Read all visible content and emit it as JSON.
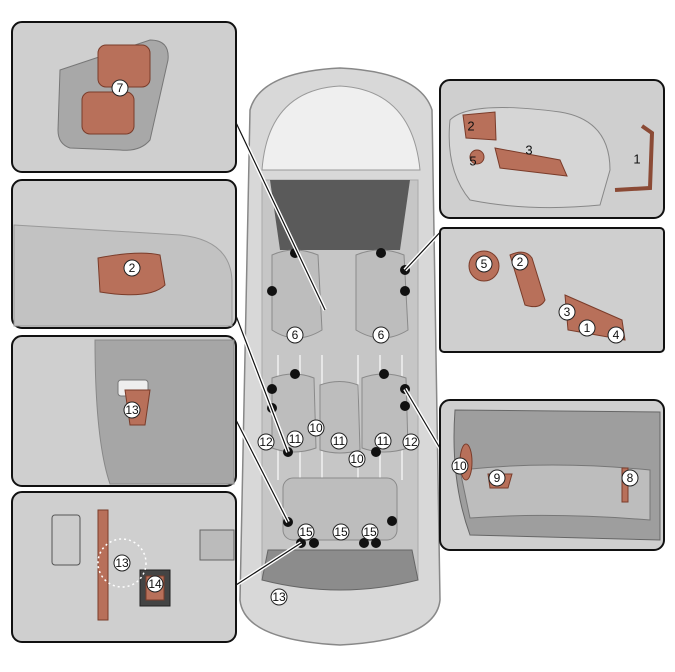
{
  "title": "Seat adjustment control locations",
  "colors": {
    "control": "#b8705a",
    "panel_bg": "#cfcfcf",
    "outline": "#111111"
  },
  "panels": {
    "rear_switch": {
      "labels": [
        "7"
      ]
    },
    "second_row_lever": {
      "labels": [
        "2"
      ]
    },
    "side_trim": {
      "labels": [
        "13"
      ]
    },
    "cargo_area": {
      "labels": [
        "13",
        "14"
      ]
    },
    "manual_seat": {
      "labels": [
        "2",
        "3",
        "5",
        "1"
      ]
    },
    "power_seat": {
      "labels": [
        "5",
        "2",
        "3",
        "1",
        "4"
      ]
    },
    "third_row_seat": {
      "labels": [
        "10",
        "9",
        "8"
      ]
    }
  },
  "vehicle": {
    "front_seats": [
      "6",
      "6"
    ],
    "second_row": [
      "12",
      "11",
      "10",
      "11",
      "10",
      "11",
      "12"
    ],
    "third_row": [
      "15",
      "15",
      "15"
    ],
    "cargo": [
      "13"
    ]
  }
}
